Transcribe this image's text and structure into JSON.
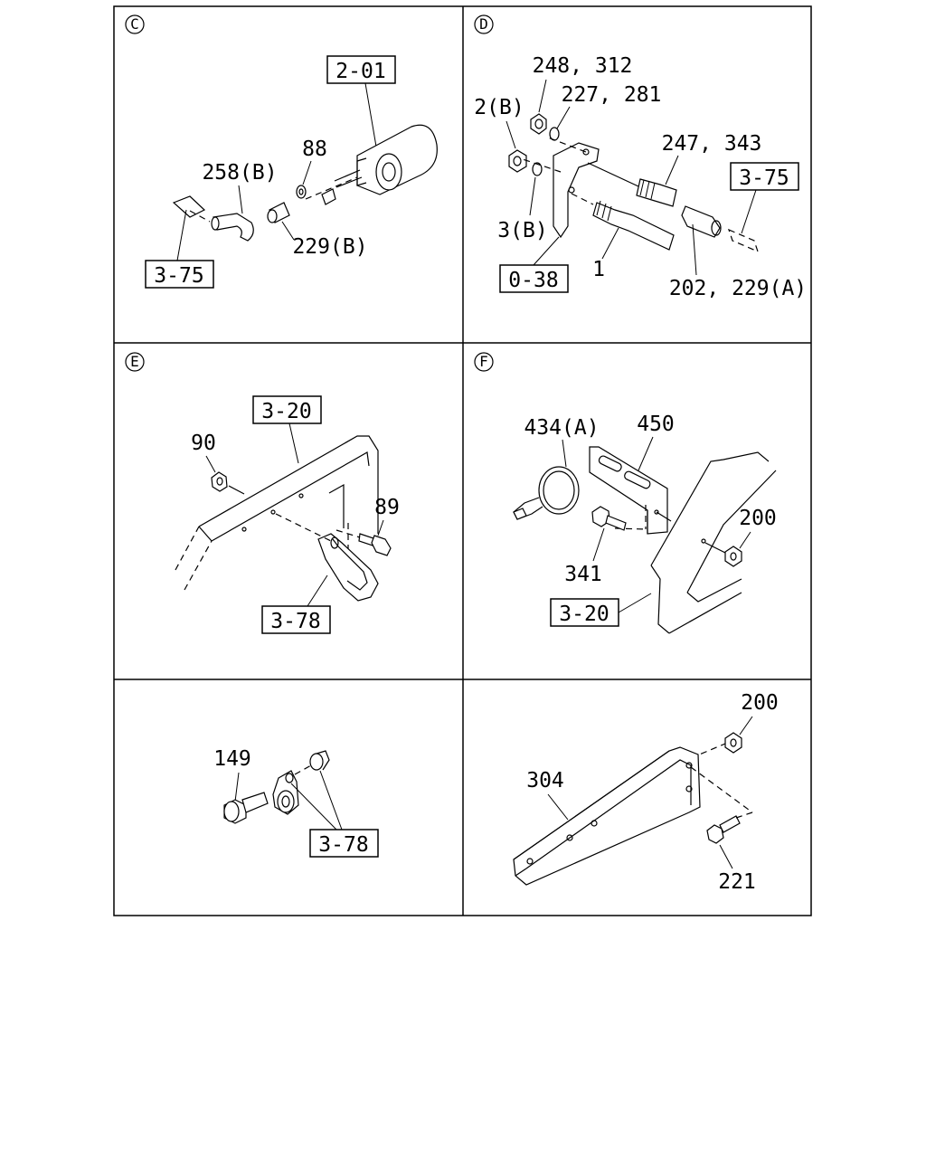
{
  "panels": {
    "c": {
      "letter": "C",
      "labels": {
        "ref_2_01": "2-01",
        "ref_3_75": "3-75",
        "p258": "258(B)",
        "p88": "88",
        "p229": "229(B)"
      }
    },
    "d": {
      "letter": "D",
      "labels": {
        "p248": "248, 312",
        "p227": "227, 281",
        "p2b": "2(B)",
        "p247": "247, 343",
        "ref_3_75": "3-75",
        "p3b": "3(B)",
        "ref_0_38": "0-38",
        "p1": "1",
        "p202": "202, 229(A)"
      }
    },
    "e": {
      "letter": "E",
      "labels": {
        "ref_3_20": "3-20",
        "p90": "90",
        "p89": "89",
        "ref_3_78": "3-78"
      }
    },
    "f": {
      "letter": "F",
      "labels": {
        "p434": "434(A)",
        "p450": "450",
        "p200": "200",
        "p341": "341",
        "ref_3_20": "3-20"
      }
    },
    "g": {
      "labels": {
        "p149": "149",
        "ref_3_78": "3-78"
      }
    },
    "h": {
      "labels": {
        "p200": "200",
        "p304": "304",
        "p221": "221"
      }
    }
  }
}
